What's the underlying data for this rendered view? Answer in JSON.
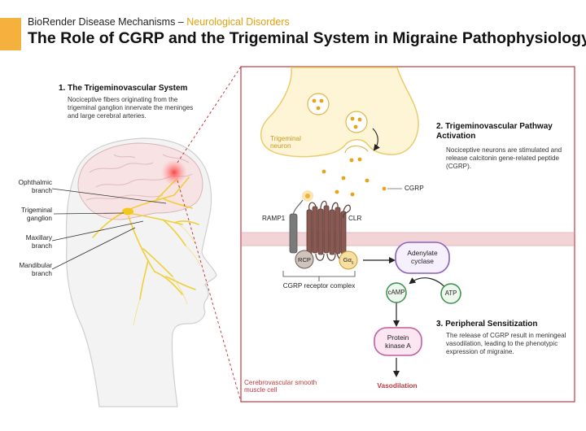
{
  "header": {
    "series": "BioRender Disease Mechanisms –",
    "category": "Neurological Disorders",
    "title": "The Role of CGRP and the Trigeminal System in Migraine Pathophysiology"
  },
  "sections": [
    {
      "heading": "1. The Trigeminovascular System",
      "body": "Nociceptive fibers originating from the trigeminal ganglion innervate the meninges and large cerebral arteries."
    },
    {
      "heading": "2. Trigeminovascular Pathway Activation",
      "body": "Nociceptive neurons are stimulated and release calcitonin gene-related peptide (CGRP)."
    },
    {
      "heading": "3. Peripheral Sensitization",
      "body": "The release of CGRP result in meningeal vasodilation, leading to the phenotypic expression of migraine."
    }
  ],
  "head_labels": {
    "ophthalmic": "Ophthalmic branch",
    "trigeminal_ganglion": "Trigeminal ganglion",
    "maxillary": "Maxillary branch",
    "mandibular": "Mandibular branch"
  },
  "neuron_label": "Trigeminal neuron",
  "cgrp_label": "CGRP",
  "receptor": {
    "ramp1": "RAMP1",
    "clr": "CLR",
    "rcp": "RCP",
    "galpha": "Gα",
    "galpha_sub": "s",
    "complex_label": "CGRP receptor complex"
  },
  "pathway": {
    "adenylate_cyclase": "Adenylate cyclase",
    "camp": "cAMP",
    "atp": "ATP",
    "pka": "Protein kinase A",
    "result": "Vasodilation"
  },
  "cell_label": "Cerebrovascular smooth muscle cell",
  "colors": {
    "accent": "#f4b13e",
    "category": "#e2a110",
    "panel_border": "#c0393f",
    "neuron_fill": "#fdf5d6",
    "neuron_stroke": "#eccb6a",
    "cgrp_dot": "#e6a417",
    "membrane": "#f3d4d6",
    "receptor_brown": "#8a5a52",
    "purple_stroke": "#8a5fbf",
    "green_stroke": "#3d8f4e",
    "pink_stroke": "#c45ea0",
    "vasodilation": "#c0393f"
  }
}
